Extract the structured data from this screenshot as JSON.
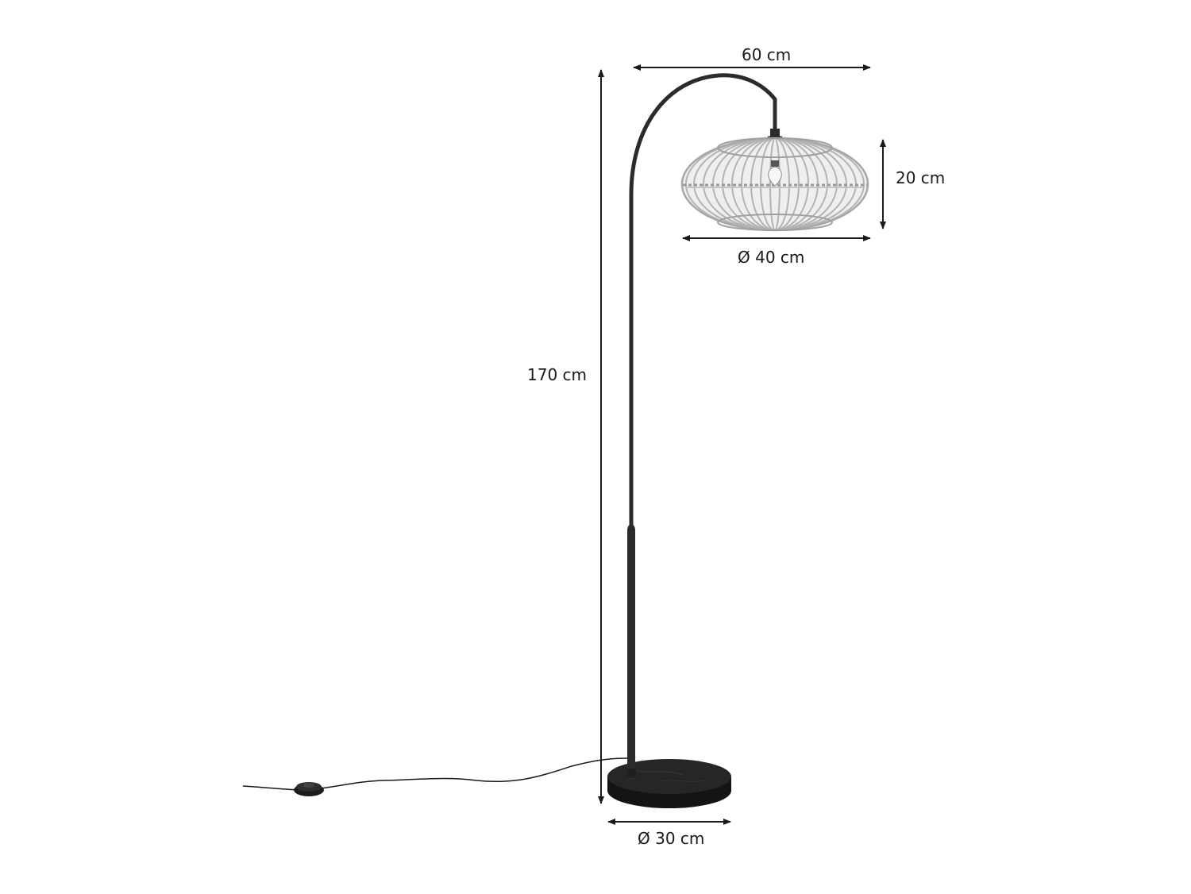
{
  "dimensions": {
    "reach": "60 cm",
    "shade_height": "20 cm",
    "shade_diameter": "Ø 40 cm",
    "total_height": "170 cm",
    "base_diameter": "Ø 30 cm"
  },
  "colors": {
    "ink": "#1a1a1a",
    "metal": "#2b2b2b",
    "rattan": "#bdbdbd",
    "base": "#1e1e1e"
  }
}
